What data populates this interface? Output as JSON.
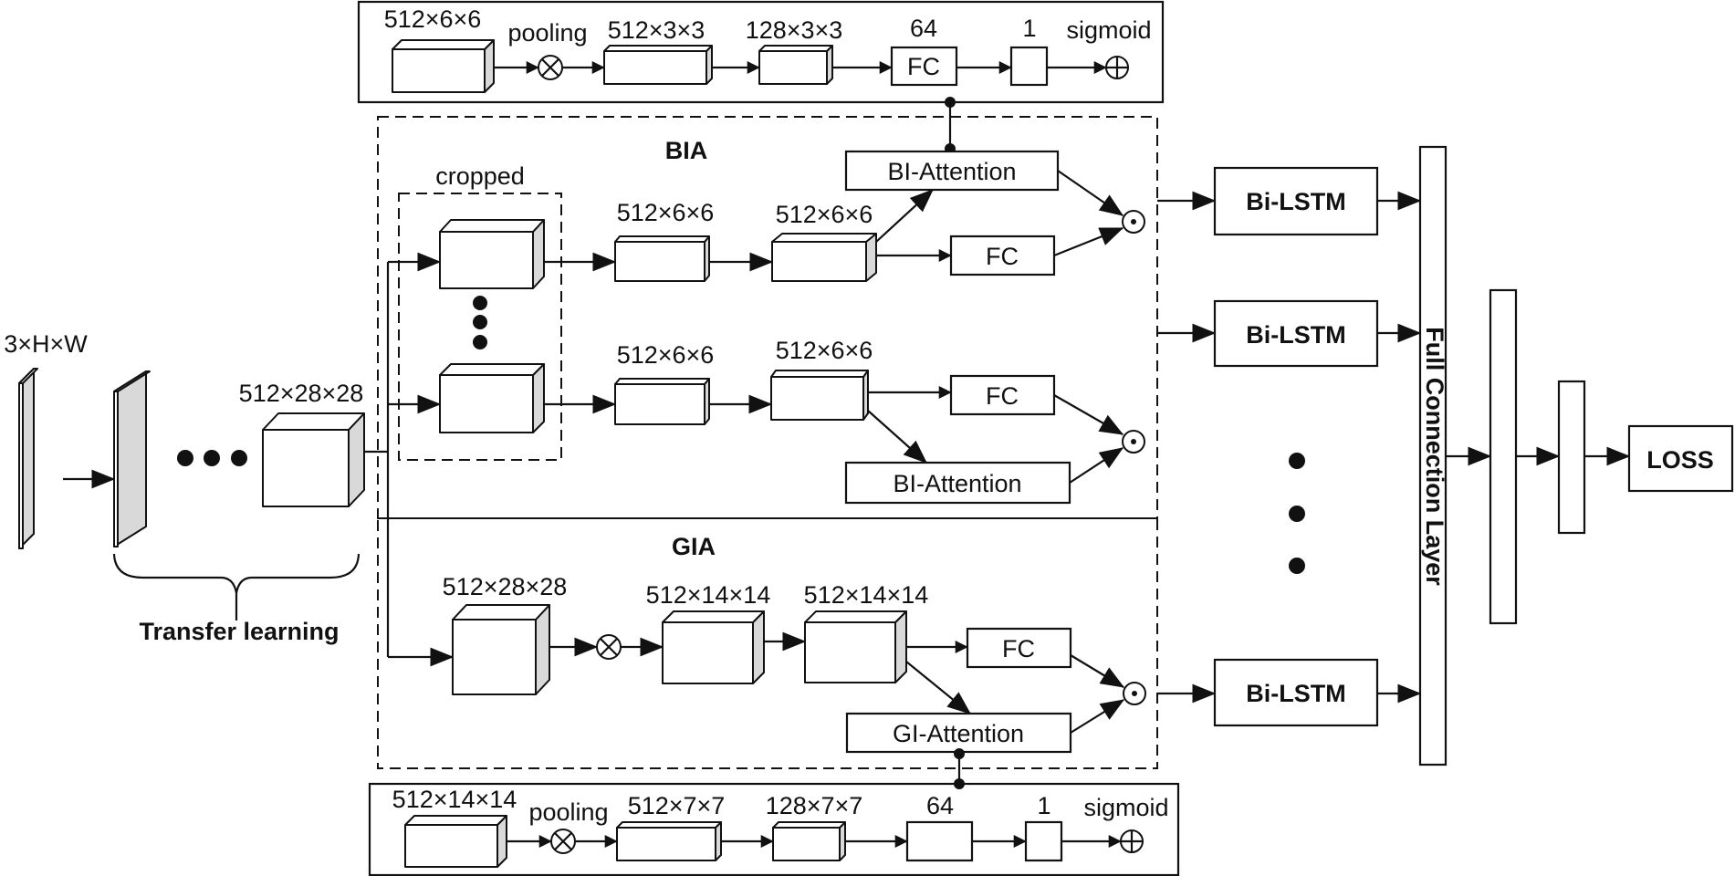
{
  "input_dims": "3×H×W",
  "backbone_dims": "512×28×28",
  "transfer_label": "Transfer learning",
  "top_branch": {
    "d1": "512×6×6",
    "pool": "pooling",
    "d2": "512×3×3",
    "d3": "128×3×3",
    "d4": "64",
    "fc": "FC",
    "d5": "1",
    "act": "sigmoid"
  },
  "bottom_branch": {
    "d1": "512×14×14",
    "pool": "pooling",
    "d2": "512×7×7",
    "d3": "128×7×7",
    "d4": "64",
    "d5": "1",
    "act": "sigmoid"
  },
  "bia": {
    "title": "BIA",
    "cropped": "cropped",
    "row1_d1": "512×6×6",
    "row1_d2": "512×6×6",
    "row2_d1": "512×6×6",
    "row2_d2": "512×6×6",
    "attention": "BI-Attention",
    "fc": "FC"
  },
  "gia": {
    "title": "GIA",
    "d0": "512×28×28",
    "d1": "512×14×14",
    "d2": "512×14×14",
    "attention": "GI-Attention",
    "fc": "FC"
  },
  "lstm_label": "Bi-LSTM",
  "full_connection": "Full Connection Layer",
  "loss": "LOSS"
}
